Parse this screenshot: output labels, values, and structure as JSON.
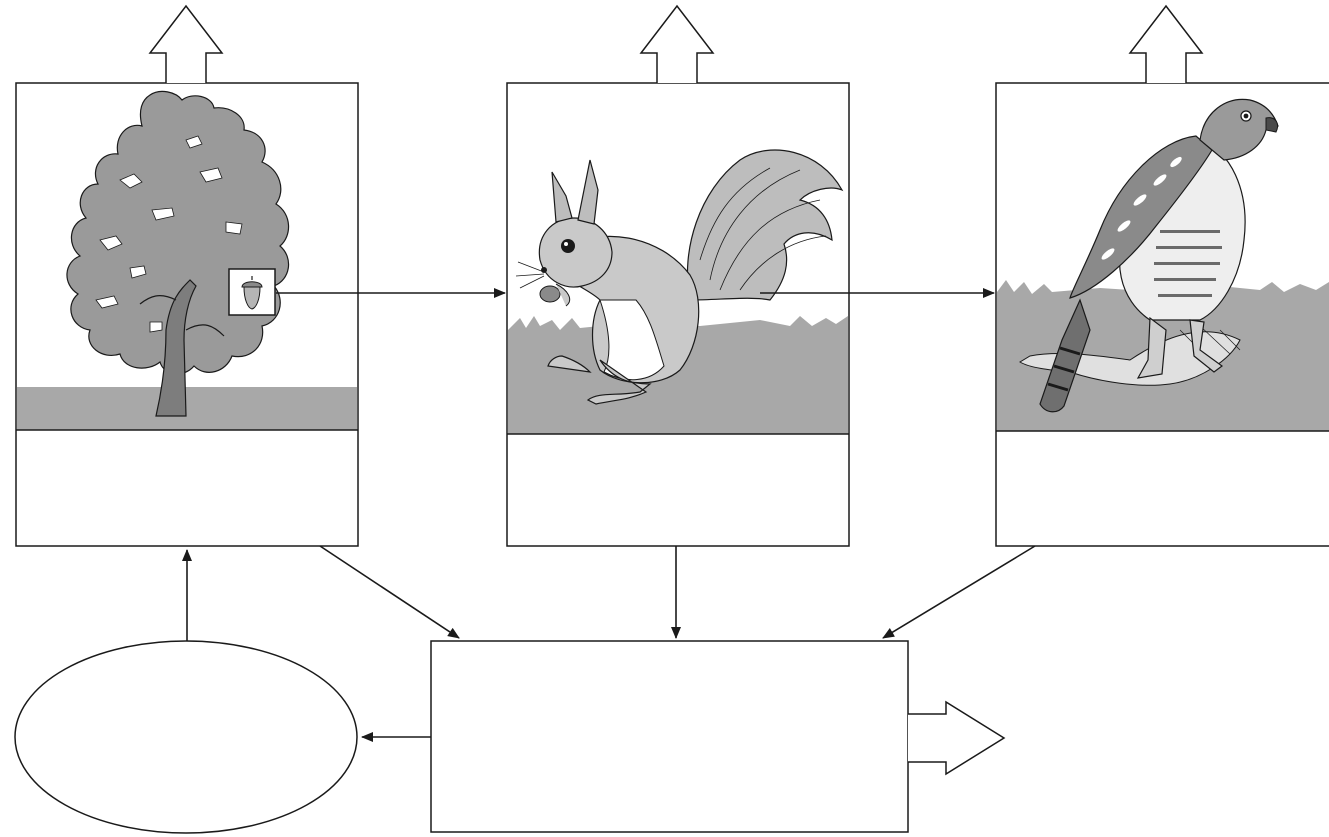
{
  "diagram": {
    "kind": "food-chain-energy-flow",
    "panels": [
      {
        "id": "producer",
        "illustration": "oak-tree-with-acorn",
        "caption": ""
      },
      {
        "id": "primary-consumer",
        "illustration": "red-squirrel-eating-acorn",
        "caption": ""
      },
      {
        "id": "secondary-consumer",
        "illustration": "hawk-on-prey",
        "caption": ""
      }
    ],
    "decomposer_box_label": "",
    "nutrient_pool_label": "",
    "colors": {
      "stroke": "#1a1a1a",
      "ground": "#a8a8a8",
      "foliage": "#9a9a9a",
      "trunk": "#7d7d7d",
      "squirrel": "#bdbdbd",
      "hawk": "#8a8a8a"
    }
  }
}
